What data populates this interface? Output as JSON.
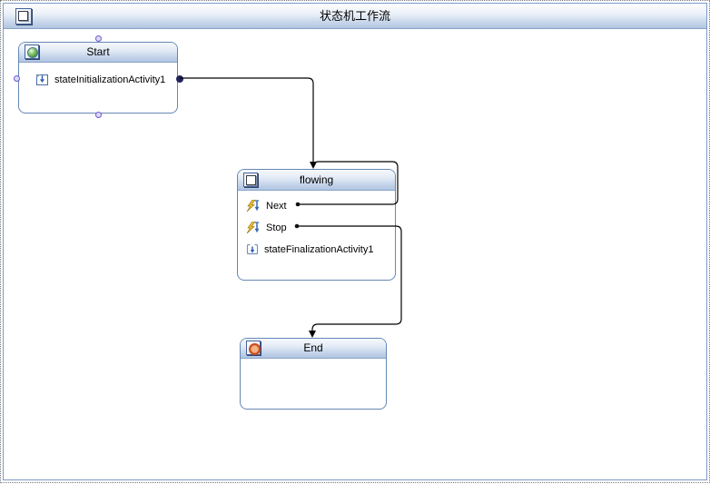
{
  "title_bar": {
    "title": "状态机工作流"
  },
  "states": [
    {
      "name": "Start",
      "header_icon": "state-start-icon",
      "items": [
        {
          "label": "stateInitializationActivity1",
          "icon": "state-initialization-icon"
        }
      ]
    },
    {
      "name": "flowing",
      "header_icon": "state-icon",
      "items": [
        {
          "label": "Next",
          "icon": "event-driven-icon"
        },
        {
          "label": "Stop",
          "icon": "event-driven-icon"
        },
        {
          "label": "stateFinalizationActivity1",
          "icon": "state-finalization-icon"
        }
      ]
    },
    {
      "name": "End",
      "header_icon": "state-end-icon",
      "items": []
    }
  ],
  "connections": [
    {
      "from": "Start.stateInitializationActivity1",
      "to": "flowing"
    },
    {
      "from": "flowing.Next",
      "to": "flowing"
    },
    {
      "from": "flowing.Stop",
      "to": "End"
    }
  ],
  "icons": {
    "window-icon": "white square with inner square",
    "state-start-icon": "green orb in box",
    "state-icon": "white square in box",
    "state-end-icon": "orange donut in box",
    "state-initialization-icon": "blue down-arrow into box",
    "event-driven-icon": "yellow lightning with blue down-arrow",
    "state-finalization-icon": "open box with blue down-arrow"
  },
  "colors": {
    "frame_border": "#7e9ac8",
    "state_border": "#6587b5",
    "header_gradient_bottom": "#b0c5e2",
    "connector": "#000000",
    "port_outline": "#6a5acd",
    "lightning_yellow": "#f2c12e",
    "arrow_blue": "#2f5fae",
    "end_ring_orange": "#cc4a1c"
  }
}
